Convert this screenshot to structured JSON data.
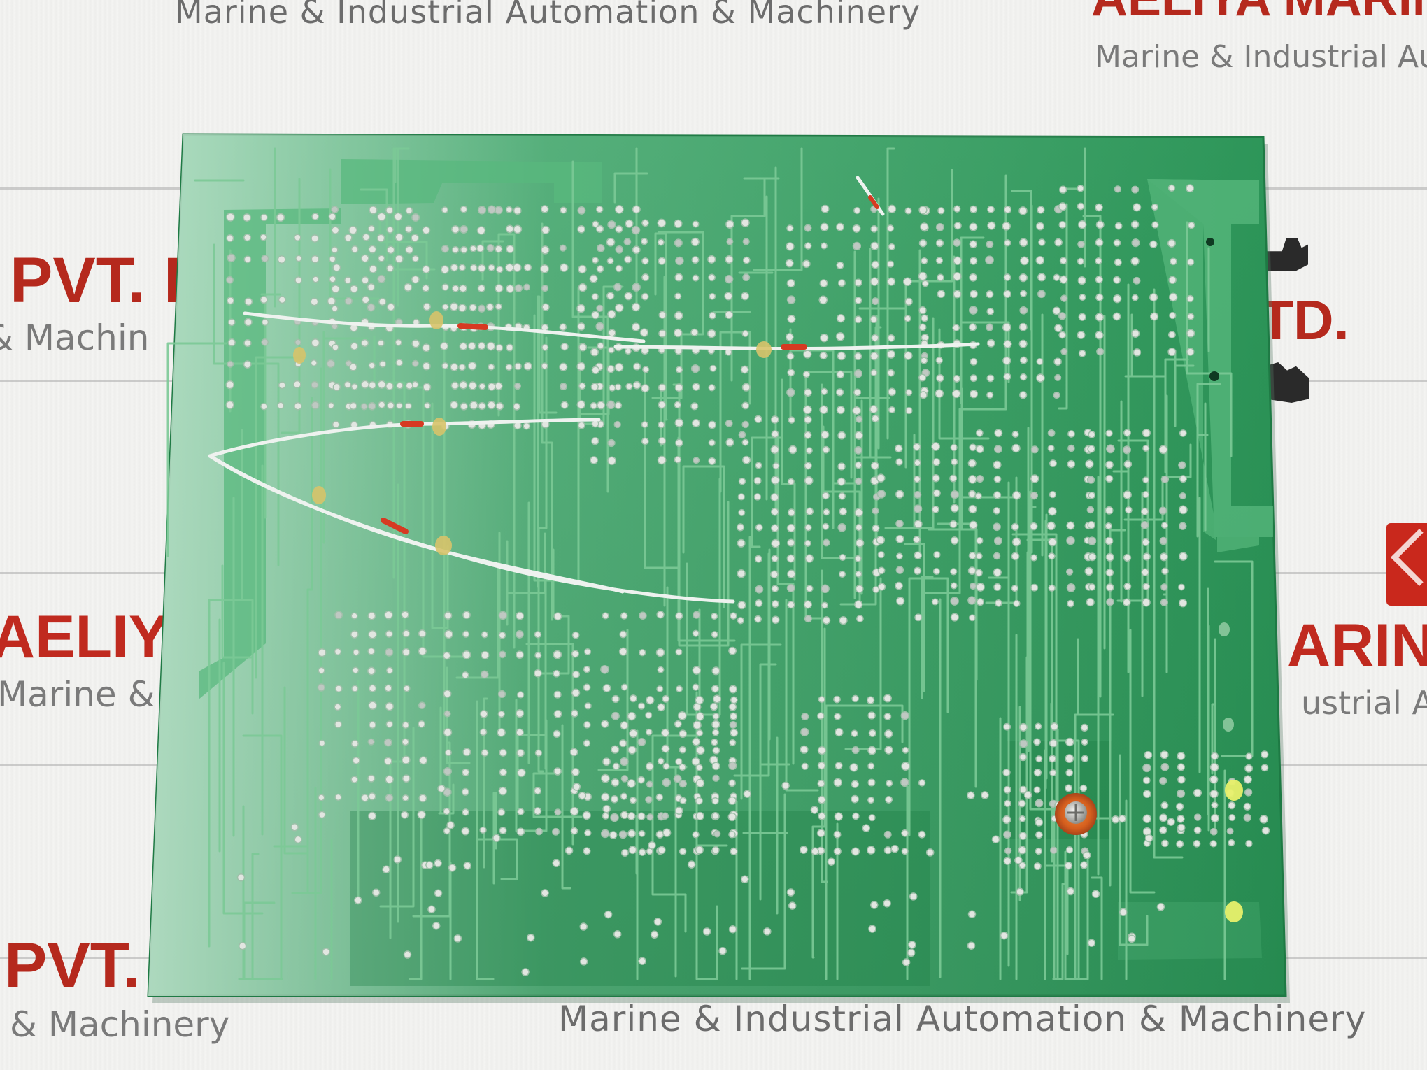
{
  "watermarks": {
    "top_tagline": "Marine & Industrial Automation & Machinery",
    "top_right_brand": "AELIYA MARINE",
    "top_right_sub": "Marine & Industrial Au",
    "mid_left_big": "PVT. L",
    "mid_left_sub": "& Machin",
    "mid_right_big": "TD.",
    "lower_left_brand": "AELIYA",
    "lower_left_sub": "Marine &",
    "lower_right_brand": "ARINE",
    "lower_right_sub": "ustrial Au",
    "bottom_left_big": "PVT. L",
    "bottom_left_sub": "& Machinery",
    "bottom_tagline": "Marine & Industrial Automation & Machinery"
  },
  "colors": {
    "background": "#f1f1ef",
    "board_green": "#2f9a5c",
    "board_dark": "#1d7f48",
    "trace": "#4aae6e",
    "pad": "#d8dcd8",
    "wire": "#e9ecea",
    "brand_red": "#b5291d",
    "washer": "#d2651f"
  },
  "icons": [
    "pcb-board",
    "jumper-wire",
    "screw-mount",
    "edge-connector",
    "watermark-logo"
  ]
}
